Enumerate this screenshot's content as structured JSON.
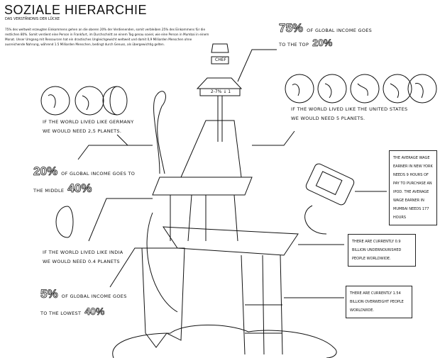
{
  "header": {
    "title": "SOZIALE HIERARCHIE",
    "subtitle": "DAS VERSTÄNDNIS DER LÜCKE",
    "intro": "75% des weltweit erzeugten Einkommens gehen an die oberen 20% der Verdienenden, somit verbleiben 25% des Einkommens für die restlichen 80%. Somit verdient eine Person in Frankfurt, im Durchschnitt an einem Tag genau soviel, wie eine Person in Mumbai in einem Monat. Unser Umgang mit Ressourcen hat ein drastisches Ungleichgewicht weltweit und damit 0,9 Milliarden Menschen ohne ausreichende Nahrung, während 1.5 Milliarden Menschen, bedingt durch Genuss, als übergewichtig gelten."
  },
  "top": {
    "big1": "75%",
    "text1": "of GLOBAL INCOME GOES",
    "text2": "TO THE TOP",
    "big2": "20%"
  },
  "middle": {
    "big1": "20%",
    "text1": "OF GLOBAL INCOME GOES TO",
    "text2": "THE MIDDLE",
    "big2": "40%"
  },
  "lowest": {
    "big1": "5%",
    "text1": "OF GLOBAL INCOME GOES",
    "text2": "TO THE LOWEST",
    "big2": "40%"
  },
  "planets": {
    "usa": {
      "line1": "IF THE WORLD LIVED LIKE THE UNITED STATES",
      "line2": "WE WOULD NEED 5 PLANETS.",
      "count": 5
    },
    "germany": {
      "line1": "IF THE WORLD LIVED LIKE GERMANY",
      "line2": "WE WOULD NEED 2,5 PLANETS.",
      "count": 2.5
    },
    "india": {
      "line1": "IF THE WORLD LIVED LIKE INDIA",
      "line2": "WE WOULD NEED 0.4 PLANETS",
      "count": 0.4
    }
  },
  "boxes": {
    "wage": "THE AVERAGE WAGE EARNER IN NEW YORK NEEDS 9 HOURS OF PAY TO PURCHASE AN IPOD. THE AVERAGE WAGE EARNER IN MUMBAI NEEDS 177 HOURS",
    "undernourished": "THERE ARE CURRENTLY 0.9 BILLION UNDERNOURISHED PEOPLE WORLDWIDE.",
    "overweight": "THERE ARE CURRENTLY 1.54 BILLION OVERWEIGHT PEOPLE WORLDWIDE."
  },
  "tower": {
    "sign": "CHEF",
    "banner": "2-7% ↓ 1"
  }
}
